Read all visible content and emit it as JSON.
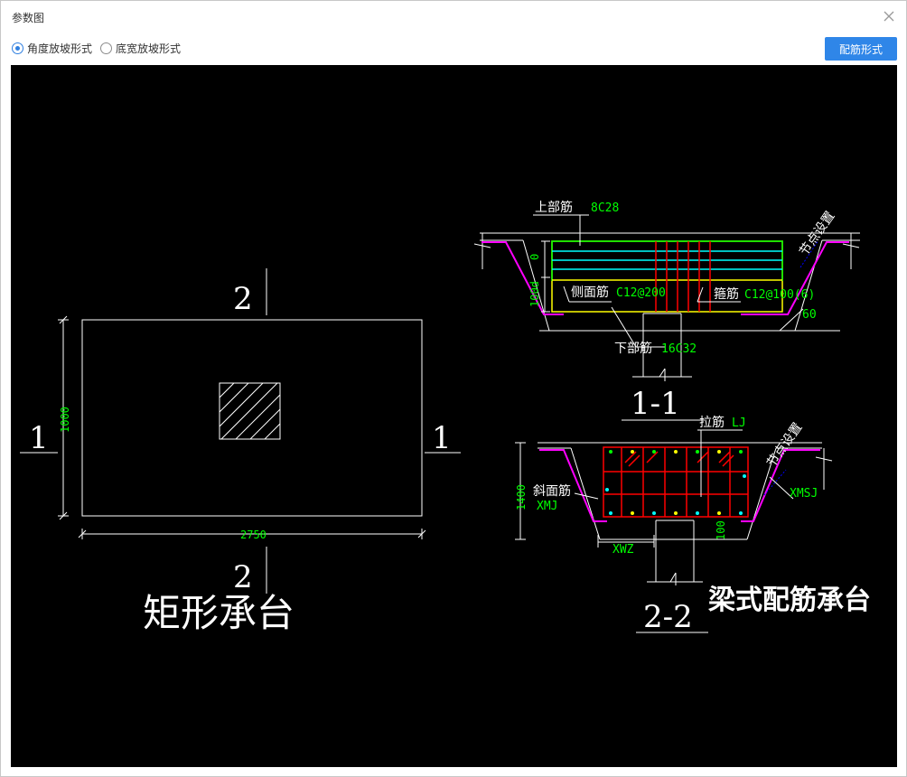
{
  "window": {
    "title": "参数图"
  },
  "toolbar": {
    "options": [
      {
        "label": "角度放坡形式",
        "selected": true
      },
      {
        "label": "底宽放坡形式",
        "selected": false
      }
    ],
    "rebar_button": "配筋形式"
  },
  "colors": {
    "accent": "#2f86e8",
    "canvas": "#000000",
    "dim": "#00ff00",
    "rebar": "#ff0000",
    "top_bar": "#00ff00",
    "side_bar": "#00ffff",
    "bottom_bar": "#ffff00",
    "slope": "#ff00ff"
  },
  "drawing": {
    "rect": {
      "width_dim": "2750",
      "height_dim": "1000",
      "section_1_left": "1",
      "section_1_right": "1",
      "section_2_top": "2",
      "section_2_bottom": "2",
      "title": "矩形承台"
    },
    "section_1": {
      "top_bar_label": "上部筋",
      "top_bar_value": "8C28",
      "node_label": "节点设置",
      "dim_zero": "0",
      "dim_left": "100d",
      "side_bar_label": "侧面筋",
      "side_bar_value": "C12@200",
      "stirrup_label": "箍筋",
      "stirrup_value": "C12@100(6)",
      "angle": "60",
      "bottom_bar_label": "下部筋",
      "bottom_bar_value": "16C32",
      "title": "1-1"
    },
    "section_2": {
      "tie_label": "拉筋",
      "tie_value": "LJ",
      "node_label": "节点设置",
      "height_dim": "1400",
      "slope_bar_label": "斜面筋",
      "slope_bar_value": "XMJ",
      "slope_side_value": "XMSJ",
      "bottom_value": "XWZ",
      "dim_right": "100",
      "title": "2-2"
    },
    "title": "梁式配筋承台"
  }
}
